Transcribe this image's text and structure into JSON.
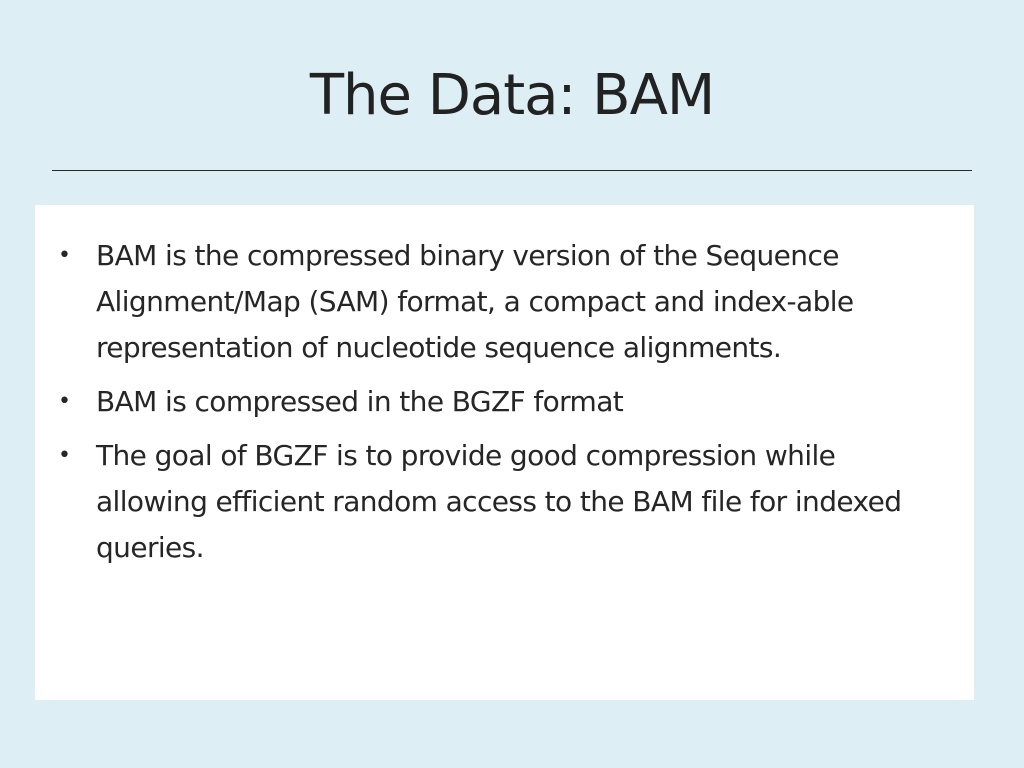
{
  "slide": {
    "title": "The Data: BAM",
    "bullets": [
      "BAM is the compressed binary version of the Sequence Alignment/Map (SAM) format, a compact and index-able representation of nucleotide sequence alignments.",
      "BAM is compressed in the BGZF format",
      "The goal of BGZF is to provide good compression while allowing efficient random access to the BAM file for indexed queries."
    ],
    "bullet_glyph": "•"
  },
  "colors": {
    "background": "#deeef5",
    "content_box": "#ffffff",
    "text": "#262626"
  }
}
